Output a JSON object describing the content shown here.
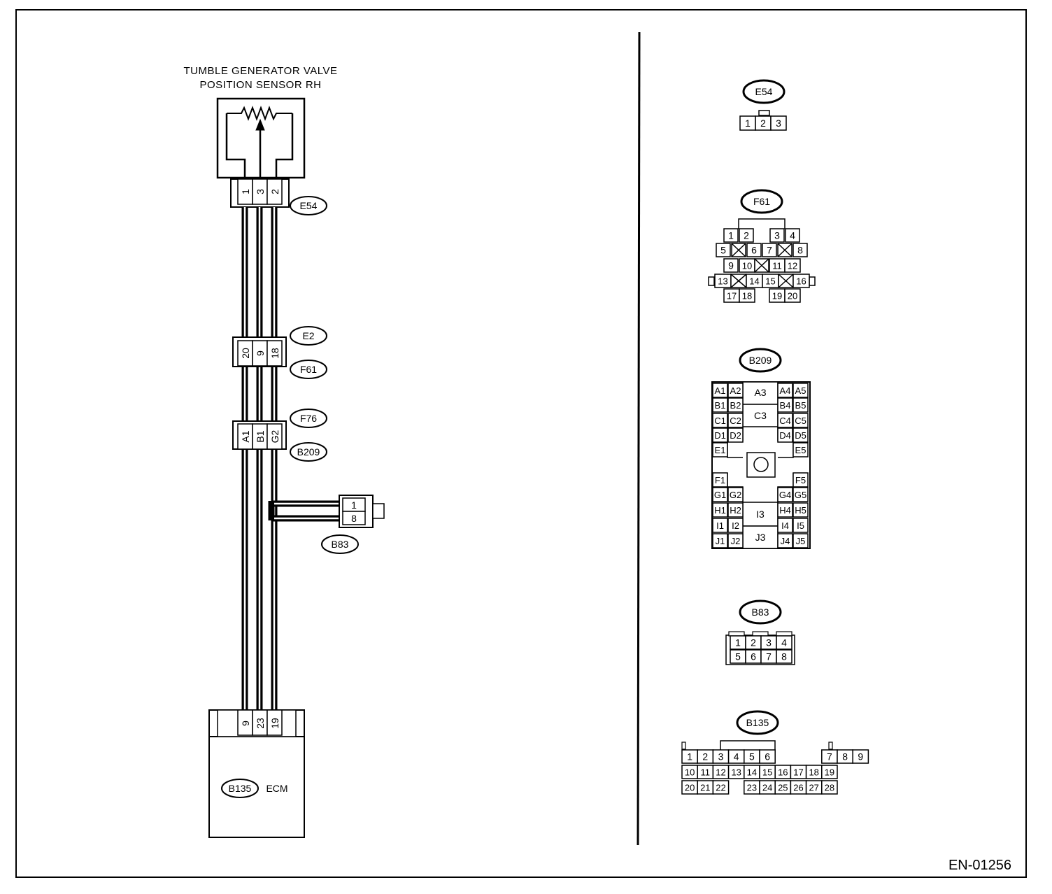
{
  "title_line1": "TUMBLE GENERATOR VALVE",
  "title_line2": "POSITION SENSOR RH",
  "footer_code": "EN-01256",
  "wiring": {
    "sensor_connector": "E54",
    "sensor_pins": [
      "1",
      "3",
      "2"
    ],
    "junction1_tags": [
      "E2",
      "F61"
    ],
    "junction1_pins": [
      "20",
      "9",
      "18"
    ],
    "junction2_tags": [
      "F76",
      "B209"
    ],
    "junction2_pins": [
      "A1",
      "B1",
      "G2"
    ],
    "branch_connector": "B83",
    "branch_pins": [
      "1",
      "8"
    ],
    "ecm_connector": "B135",
    "ecm_label": "ECM",
    "ecm_pins": [
      "9",
      "23",
      "19"
    ]
  },
  "connector_views": {
    "e54": {
      "name": "E54",
      "pins": [
        "1",
        "2",
        "3"
      ]
    },
    "f61": {
      "name": "F61",
      "row1": [
        "1",
        "2",
        "3",
        "4"
      ],
      "row2": [
        "5",
        "6",
        "7",
        "8"
      ],
      "row3": [
        "9",
        "10",
        "11",
        "12"
      ],
      "row4": [
        "13",
        "14",
        "15",
        "16"
      ],
      "row5": [
        "17",
        "18",
        "19",
        "20"
      ]
    },
    "b209": {
      "name": "B209",
      "big": [
        "A3",
        "C3",
        "I3",
        "J3"
      ],
      "left_pins": [
        "A1",
        "A2",
        "B1",
        "B2",
        "C1",
        "C2",
        "D1",
        "D2",
        "E1",
        "F1",
        "G1",
        "G2",
        "H1",
        "H2",
        "I1",
        "I2",
        "J1",
        "J2"
      ],
      "right_pins": [
        "A4",
        "A5",
        "B4",
        "B5",
        "C4",
        "C5",
        "D4",
        "D5",
        "E5",
        "F5",
        "G4",
        "G5",
        "H4",
        "H5",
        "I4",
        "I5",
        "J4",
        "J5"
      ]
    },
    "b83": {
      "name": "B83",
      "row1": [
        "1",
        "2",
        "3",
        "4"
      ],
      "row2": [
        "5",
        "6",
        "7",
        "8"
      ]
    },
    "b135": {
      "name": "B135",
      "row1": [
        "1",
        "2",
        "3",
        "4",
        "5",
        "6",
        "7",
        "8",
        "9"
      ],
      "row2": [
        "10",
        "11",
        "12",
        "13",
        "14",
        "15",
        "16",
        "17",
        "18",
        "19"
      ],
      "row3": [
        "20",
        "21",
        "22",
        "23",
        "24",
        "25",
        "26",
        "27",
        "28"
      ]
    }
  }
}
